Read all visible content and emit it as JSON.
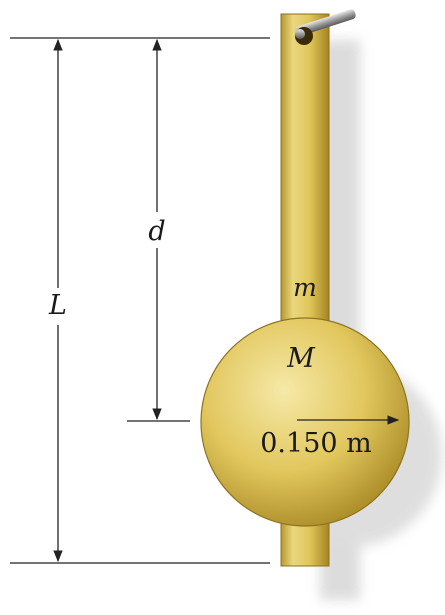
{
  "labels": {
    "L": "L",
    "d": "d",
    "m": "m",
    "M": "M",
    "radius": "0.150 m"
  },
  "colors": {
    "gold_light": "#f2e39a",
    "gold_mid": "#d9bc52",
    "gold_dark": "#9c7f1e",
    "shadow": "#d8d8d8",
    "line": "#222222"
  }
}
